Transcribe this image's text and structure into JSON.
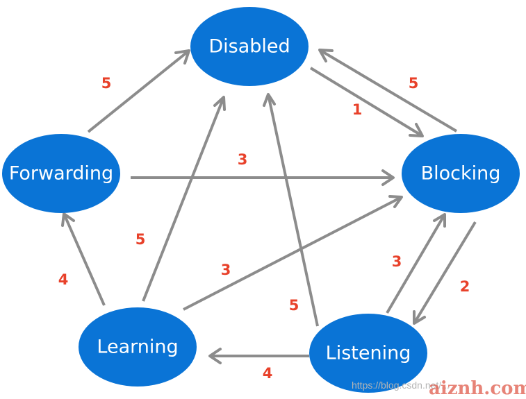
{
  "nodes": {
    "disabled": "Disabled",
    "blocking": "Blocking",
    "forwarding": "Forwarding",
    "learning": "Learning",
    "listening": "Listening"
  },
  "edges": [
    {
      "from": "Forwarding",
      "to": "Disabled",
      "label": "5"
    },
    {
      "from": "Disabled",
      "to": "Blocking",
      "label": "1"
    },
    {
      "from": "Blocking",
      "to": "Disabled",
      "label": "5"
    },
    {
      "from": "Forwarding",
      "to": "Blocking",
      "label": "3"
    },
    {
      "from": "Learning",
      "to": "Disabled",
      "label": "5"
    },
    {
      "from": "Learning",
      "to": "Forwarding",
      "label": "4"
    },
    {
      "from": "Learning",
      "to": "Blocking",
      "label": "3"
    },
    {
      "from": "Listening",
      "to": "Disabled",
      "label": "5"
    },
    {
      "from": "Listening",
      "to": "Blocking",
      "label": "3"
    },
    {
      "from": "Blocking",
      "to": "Listening",
      "label": "2"
    },
    {
      "from": "Listening",
      "to": "Learning",
      "label": "4"
    }
  ],
  "watermark": {
    "url": "https://blog.csdn.net/...",
    "site": "aiznh.com"
  },
  "colors": {
    "node": "#0a74d6",
    "arrow": "#8c8c8c",
    "edge_label": "#e8412a"
  }
}
